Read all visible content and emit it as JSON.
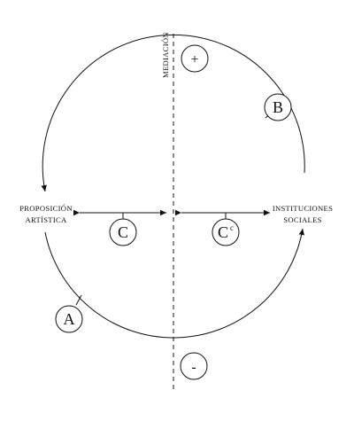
{
  "diagram": {
    "axis_label": "MEDIACIÓN",
    "plus_sign": "+",
    "minus_sign": "-",
    "left_label": {
      "line1": "PROPOSICIÓN",
      "line2": "ARTÍSTICA"
    },
    "right_label": {
      "line1": "INSTITUCIONES",
      "line2": "SOCIALES"
    },
    "markers": {
      "a": "A",
      "b": "B",
      "c_left": "C",
      "c_right": "C",
      "c_right_superscript": "c"
    }
  }
}
